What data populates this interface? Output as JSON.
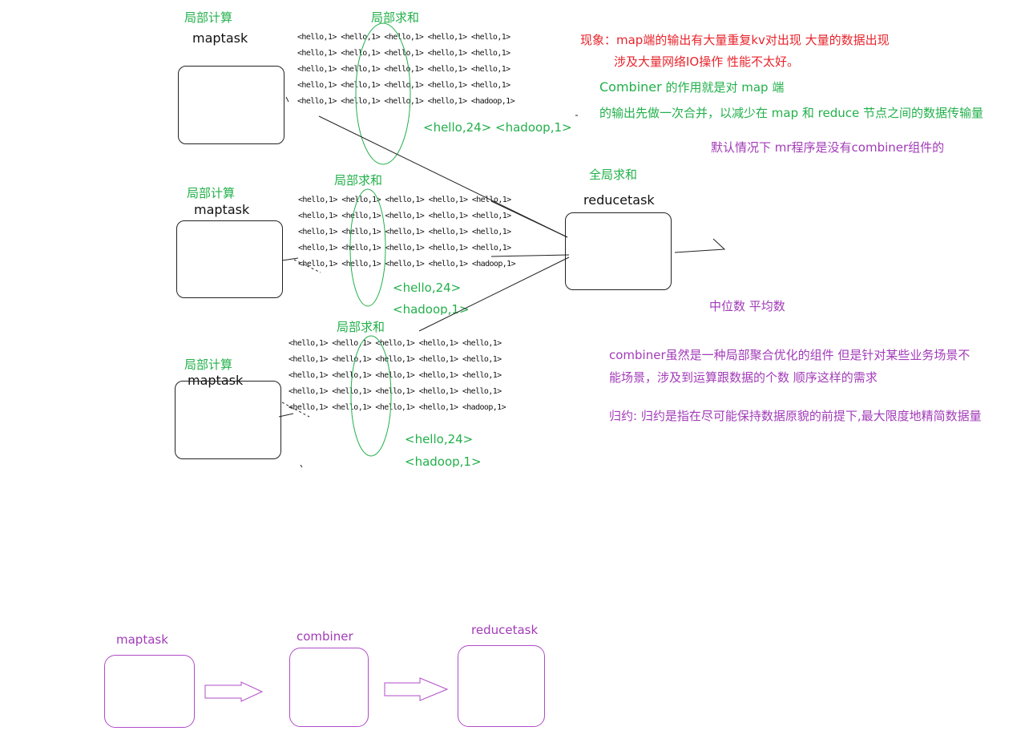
{
  "groups": [
    {
      "calc_label": "局部计算",
      "task_label": "maptask",
      "sum_label": "局部求和",
      "rows": [
        "<hello,1> <hello,1> <hello,1> <hello,1> <hello,1>",
        "<hello,1> <hello,1> <hello,1> <hello,1> <hello,1>",
        "<hello,1> <hello,1> <hello,1> <hello,1> <hello,1>",
        "<hello,1> <hello,1> <hello,1> <hello,1> <hello,1>",
        "<hello,1> <hello,1> <hello,1> <hello,1> <hadoop,1>"
      ],
      "result_a": "<hello,24>",
      "result_b": "<hadoop,1>"
    },
    {
      "calc_label": "局部计算",
      "task_label": "maptask",
      "sum_label": "局部求和",
      "rows": [
        "<hello,1> <hello,1> <hello,1> <hello,1> <hello,1>",
        "<hello,1> <hello,1> <hello,1> <hello,1> <hello,1>",
        "<hello,1> <hello,1> <hello,1> <hello,1> <hello,1>",
        "<hello,1> <hello,1> <hello,1> <hello,1> <hello,1>",
        "<hello,1> <hello,1> <hello,1> <hello,1> <hadoop,1>"
      ],
      "result_a": "<hello,24>",
      "result_b": "<hadoop,1>"
    },
    {
      "calc_label": "局部计算",
      "task_label": "maptask",
      "sum_label": "局部求和",
      "rows": [
        "<hello,1> <hello,1> <hello,1> <hello,1> <hello,1>",
        "<hello,1> <hello,1> <hello,1> <hello,1> <hello,1>",
        "<hello,1> <hello,1> <hello,1> <hello,1> <hello,1>",
        "<hello,1> <hello,1> <hello,1> <hello,1> <hello,1>",
        "<hello,1> <hello,1> <hello,1> <hello,1> <hadoop,1>"
      ],
      "result_a": "<hello,24>",
      "result_b": "<hadoop,1>"
    }
  ],
  "reduce": {
    "global_label": "全局求和",
    "task_label": "reducetask",
    "stats_label": "中位数  平均数"
  },
  "notes": {
    "phenomenon_line1": "现象：map端的输出有大量重复kv对出现 大量的数据出现",
    "phenomenon_line2": "涉及大量网络IO操作 性能不太好。",
    "combiner_line1_a": "Combiner",
    "combiner_line1_b": " 的作用就是对 map 端",
    "combiner_line2": "的输出先做一次合并，以减少在 map 和 reduce 节点之间的数据传输量",
    "default_note": "默认情况下  mr程序是没有combiner组件的",
    "limit_line1": "combiner虽然是一种局部聚合优化的组件  但是针对某些业务场景不",
    "limit_line2": "能场景，涉及到运算跟数据的个数 顺序这样的需求",
    "reduce_def": "归约:  归约是指在尽可能保持数据原貌的前提下,最大限度地精简数据量"
  },
  "flow": {
    "map_label": "maptask",
    "combiner_label": "combiner",
    "reduce_label": "reducetask"
  },
  "colors": {
    "green": "#22b04a",
    "red": "#e8242c",
    "purple": "#a23bb8",
    "line": "#222222"
  }
}
